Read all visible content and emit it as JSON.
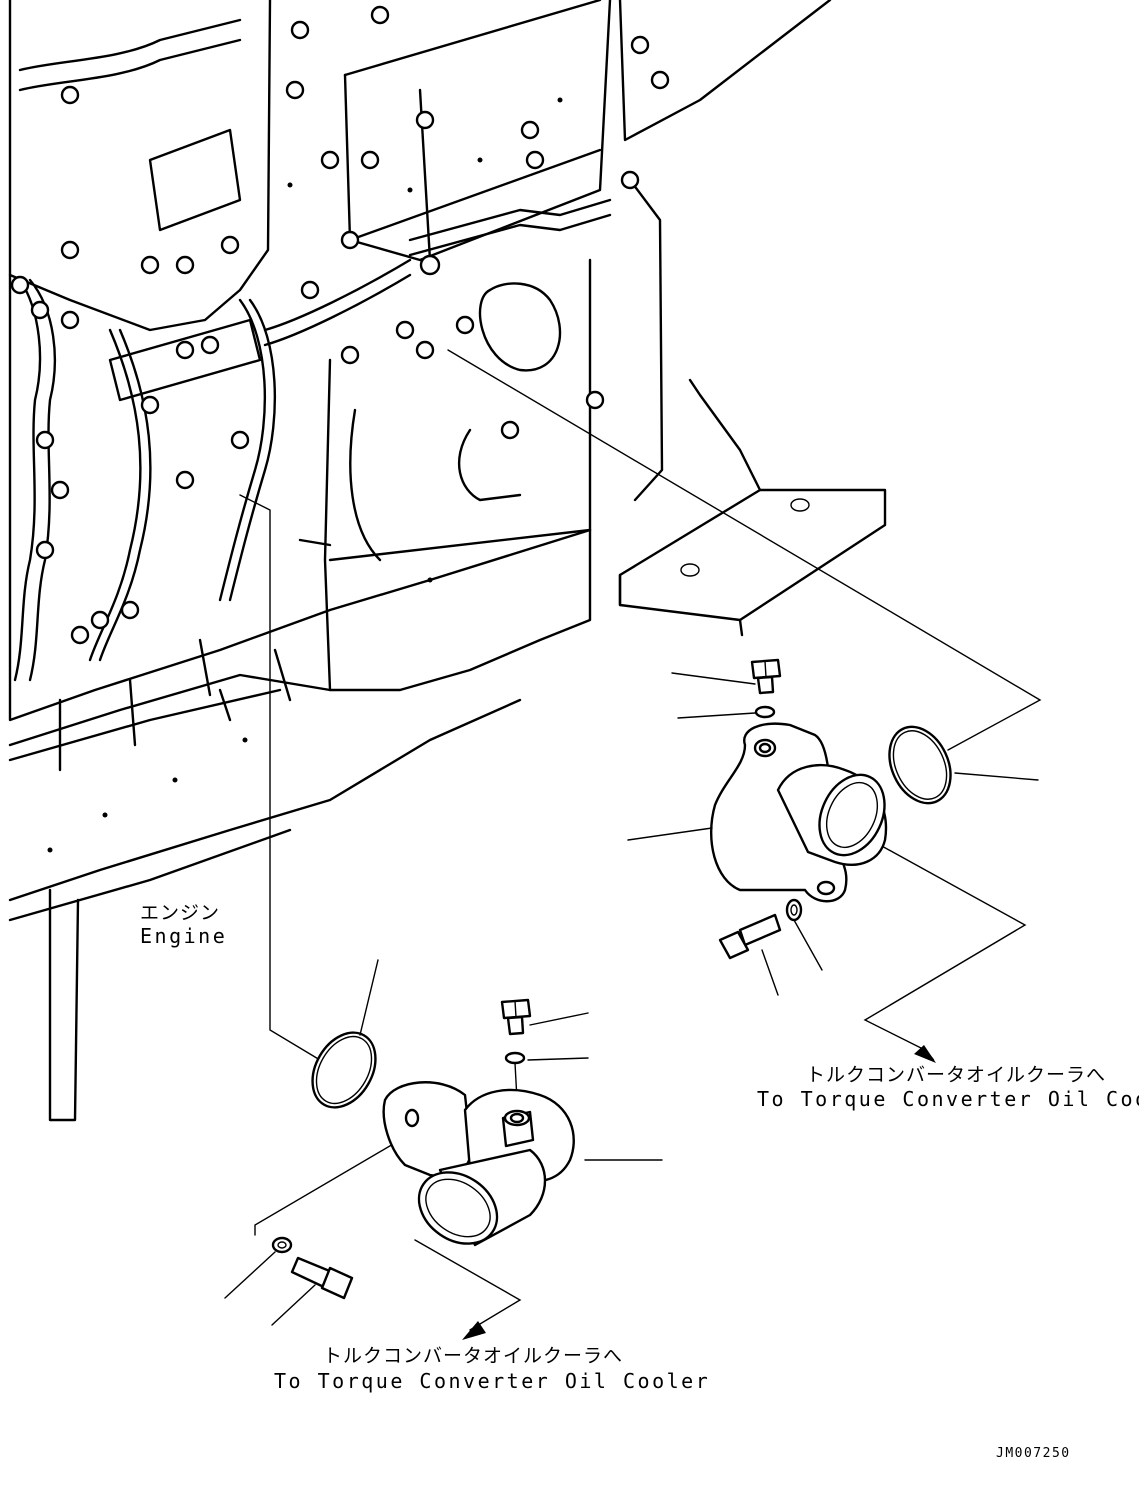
{
  "labels": {
    "engine_jp": "エンジン",
    "engine_en": "Engine",
    "upper_callout_jp": "トルクコンバータオイルクーラへ",
    "upper_callout_en": "To Torque Converter Oil Cooler",
    "lower_callout_jp": "トルクコンバータオイルクーラへ",
    "lower_callout_en": "To Torque Converter Oil Cooler"
  },
  "document_id": "JM007250"
}
